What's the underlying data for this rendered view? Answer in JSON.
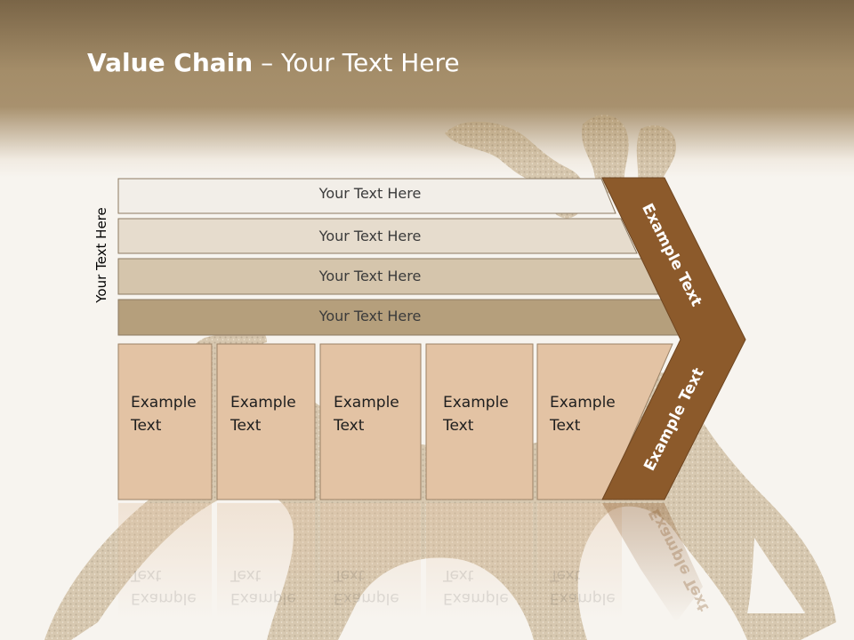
{
  "slide": {
    "title_bold": "Value Chain",
    "title_rest": " – Your Text Here",
    "side_label": "Your Text Here"
  },
  "rows": [
    {
      "label": "Your Text Here",
      "color": "#f2eee8"
    },
    {
      "label": "Your Text Here",
      "color": "#e6dccd"
    },
    {
      "label": "Your Text Here",
      "color": "#d5c5ac"
    },
    {
      "label": "Your Text Here",
      "color": "#b59f7c"
    }
  ],
  "columns": [
    {
      "label": "Example\nText"
    },
    {
      "label": "Example\nText"
    },
    {
      "label": "Example\nText"
    },
    {
      "label": "Example\nText"
    },
    {
      "label": "Example\nText"
    }
  ],
  "arrow": {
    "upper_label": "Example Text",
    "lower_label": "Example Text",
    "color": "#8c5a2b"
  },
  "colors": {
    "column_fill": "#e3c3a4",
    "header_band": "#a48d69"
  }
}
